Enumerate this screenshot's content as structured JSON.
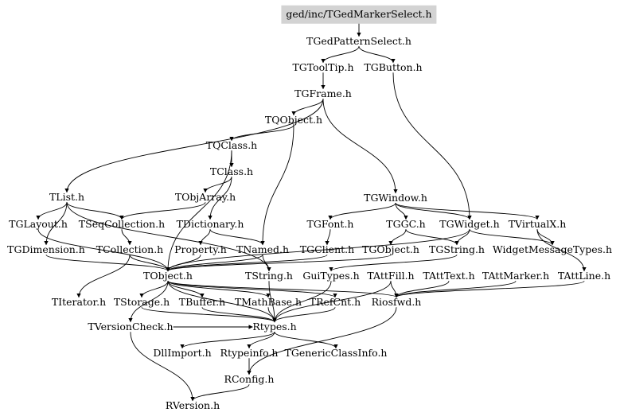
{
  "diagram": {
    "root": "ged/inc/TGedMarkerSelect.h",
    "nodes": {
      "n0": "ged/inc/TGedMarkerSelect.h",
      "n1": "TGedPatternSelect.h",
      "n2": "TGToolTip.h",
      "n3": "TGButton.h",
      "n4": "TGFrame.h",
      "n5": "TQObject.h",
      "n6": "TQClass.h",
      "n7": "TClass.h",
      "n8": "TObjArray.h",
      "n9": "TList.h",
      "n10": "TGWindow.h",
      "n11": "TGLayout.h",
      "n12": "TSeqCollection.h",
      "n13": "TDictionary.h",
      "n14": "TGFont.h",
      "n15": "TGGC.h",
      "n16": "TGWidget.h",
      "n17": "TVirtualX.h",
      "n18": "TGDimension.h",
      "n19": "TCollection.h",
      "n20": "Property.h",
      "n21": "TNamed.h",
      "n22": "TGClient.h",
      "n23": "TGObject.h",
      "n24": "TGString.h",
      "n25": "WidgetMessageTypes.h",
      "n26": "TObject.h",
      "n27": "TString.h",
      "n28": "GuiTypes.h",
      "n29": "TAttFill.h",
      "n30": "TAttText.h",
      "n31": "TAttMarker.h",
      "n32": "TAttLine.h",
      "n33": "TIterator.h",
      "n34": "TStorage.h",
      "n35": "TBuffer.h",
      "n36": "TMathBase.h",
      "n37": "TRefCnt.h",
      "n38": "Riosfwd.h",
      "n39": "TVersionCheck.h",
      "n40": "Rtypes.h",
      "n41": "DllImport.h",
      "n42": "Rtypeinfo.h",
      "n43": "TGenericClassInfo.h",
      "n44": "RConfig.h",
      "n45": "RVersion.h"
    },
    "edges": [
      [
        "n0",
        "n1"
      ],
      [
        "n1",
        "n2"
      ],
      [
        "n1",
        "n3"
      ],
      [
        "n2",
        "n4"
      ],
      [
        "n3",
        "n16"
      ],
      [
        "n4",
        "n5"
      ],
      [
        "n4",
        "n9"
      ],
      [
        "n4",
        "n10"
      ],
      [
        "n5",
        "n6"
      ],
      [
        "n5",
        "n21"
      ],
      [
        "n6",
        "n7"
      ],
      [
        "n6",
        "n26"
      ],
      [
        "n7",
        "n8"
      ],
      [
        "n7",
        "n13"
      ],
      [
        "n8",
        "n12"
      ],
      [
        "n9",
        "n11"
      ],
      [
        "n9",
        "n12"
      ],
      [
        "n9",
        "n18"
      ],
      [
        "n9",
        "n27"
      ],
      [
        "n10",
        "n14"
      ],
      [
        "n10",
        "n15"
      ],
      [
        "n10",
        "n16"
      ],
      [
        "n10",
        "n17"
      ],
      [
        "n11",
        "n26"
      ],
      [
        "n12",
        "n19"
      ],
      [
        "n13",
        "n20"
      ],
      [
        "n13",
        "n21"
      ],
      [
        "n14",
        "n22"
      ],
      [
        "n15",
        "n23"
      ],
      [
        "n15",
        "n24"
      ],
      [
        "n16",
        "n24"
      ],
      [
        "n16",
        "n25"
      ],
      [
        "n16",
        "n26"
      ],
      [
        "n17",
        "n32"
      ],
      [
        "n17",
        "n25"
      ],
      [
        "n18",
        "n26"
      ],
      [
        "n19",
        "n26"
      ],
      [
        "n19",
        "n33"
      ],
      [
        "n20",
        "n26"
      ],
      [
        "n21",
        "n26"
      ],
      [
        "n21",
        "n27"
      ],
      [
        "n22",
        "n26"
      ],
      [
        "n23",
        "n26"
      ],
      [
        "n24",
        "n28"
      ],
      [
        "n26",
        "n34"
      ],
      [
        "n26",
        "n35"
      ],
      [
        "n26",
        "n36"
      ],
      [
        "n26",
        "n37"
      ],
      [
        "n26",
        "n38"
      ],
      [
        "n26",
        "n39"
      ],
      [
        "n26",
        "n40"
      ],
      [
        "n27",
        "n40"
      ],
      [
        "n28",
        "n40"
      ],
      [
        "n29",
        "n38"
      ],
      [
        "n29",
        "n40"
      ],
      [
        "n30",
        "n38"
      ],
      [
        "n31",
        "n38"
      ],
      [
        "n32",
        "n38"
      ],
      [
        "n34",
        "n40"
      ],
      [
        "n35",
        "n40"
      ],
      [
        "n36",
        "n40"
      ],
      [
        "n37",
        "n40"
      ],
      [
        "n38",
        "n44"
      ],
      [
        "n39",
        "n40"
      ],
      [
        "n39",
        "n45"
      ],
      [
        "n40",
        "n41"
      ],
      [
        "n40",
        "n42"
      ],
      [
        "n40",
        "n43"
      ],
      [
        "n42",
        "n44"
      ],
      [
        "n44",
        "n45"
      ]
    ]
  }
}
